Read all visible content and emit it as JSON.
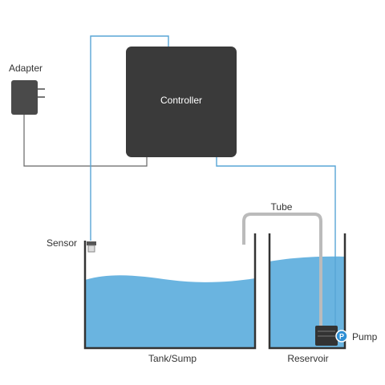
{
  "labels": {
    "adapter": "Adapter",
    "controller": "Controller",
    "tube": "Tube",
    "sensor": "Sensor",
    "tank": "Tank/Sump",
    "reservoir": "Reservoir",
    "pump": "Pump",
    "pump_badge": "P"
  },
  "colors": {
    "water": "#6ab4e0",
    "water_surface": "#8ccbee",
    "signal_wire": "#58a6d6",
    "power_wire": "#666666",
    "controller_body": "#3a3a3a",
    "adapter_body": "#4a4a4a",
    "walls": "#333333",
    "tube": "#bbbbbb",
    "pump_badge": "#2f8fd4"
  }
}
